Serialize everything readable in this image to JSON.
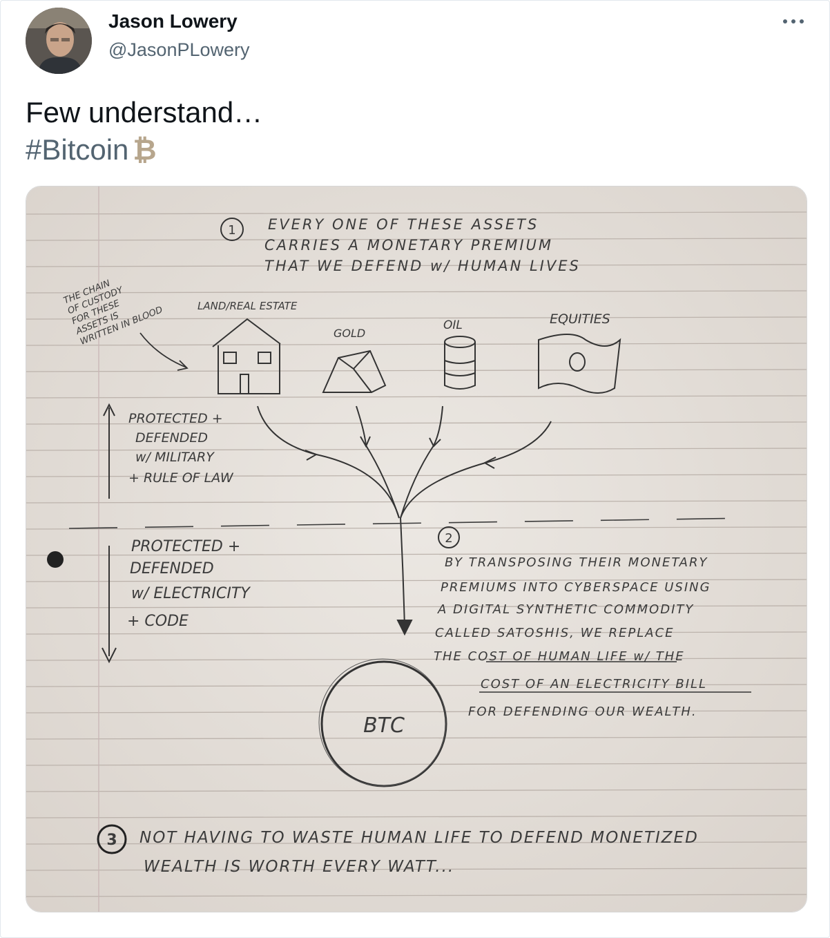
{
  "user": {
    "name": "Jason Lowery",
    "handle": "@JasonPLowery"
  },
  "tweet": {
    "line1": "Few understand…",
    "hashtag": "#Bitcoin",
    "emoji_symbol": "₿"
  },
  "icons": {
    "more": "more-horizontal-icon",
    "avatar": "profile-photo"
  },
  "colors": {
    "text_primary": "#0f1419",
    "text_secondary": "#536471",
    "paper": "#e7e2dc",
    "ink": "#3b3b3b"
  },
  "drawing": {
    "item1_number": "1",
    "item1_text": [
      "EVERY ONE OF THESE ASSETS",
      "CARRIES A MONETARY PREMIUM",
      "THAT WE DEFEND w/ HUMAN LIVES"
    ],
    "side_note": [
      "THE CHAIN",
      "OF CUSTODY",
      "FOR THESE",
      "ASSETS IS",
      "WRITTEN IN BLOOD"
    ],
    "assets": [
      "LAND/REAL ESTATE",
      "GOLD",
      "OIL",
      "EQUITIES"
    ],
    "upper_label": [
      "PROTECTED +",
      "DEFENDED",
      "w/ MILITARY",
      "+ RULE OF LAW"
    ],
    "lower_label": [
      "PROTECTED +",
      "DEFENDED",
      "w/ ELECTRICITY",
      "+ CODE"
    ],
    "item2_number": "2",
    "item2_text": [
      "BY TRANSPOSING THEIR MONETARY",
      "PREMIUMS INTO CYBERSPACE USING",
      "A DIGITAL SYNTHETIC COMMODITY",
      "CALLED SATOSHIS, WE REPLACE",
      "THE COST OF HUMAN LIFE w/ THE",
      "COST OF AN ELECTRICITY BILL",
      "FOR DEFENDING OUR WEALTH."
    ],
    "btc_label": "BTC",
    "item3_number": "3",
    "item3_text": [
      "NOT HAVING TO WASTE HUMAN LIFE TO DEFEND MONETIZED",
      "WEALTH IS WORTH EVERY WATT..."
    ]
  }
}
